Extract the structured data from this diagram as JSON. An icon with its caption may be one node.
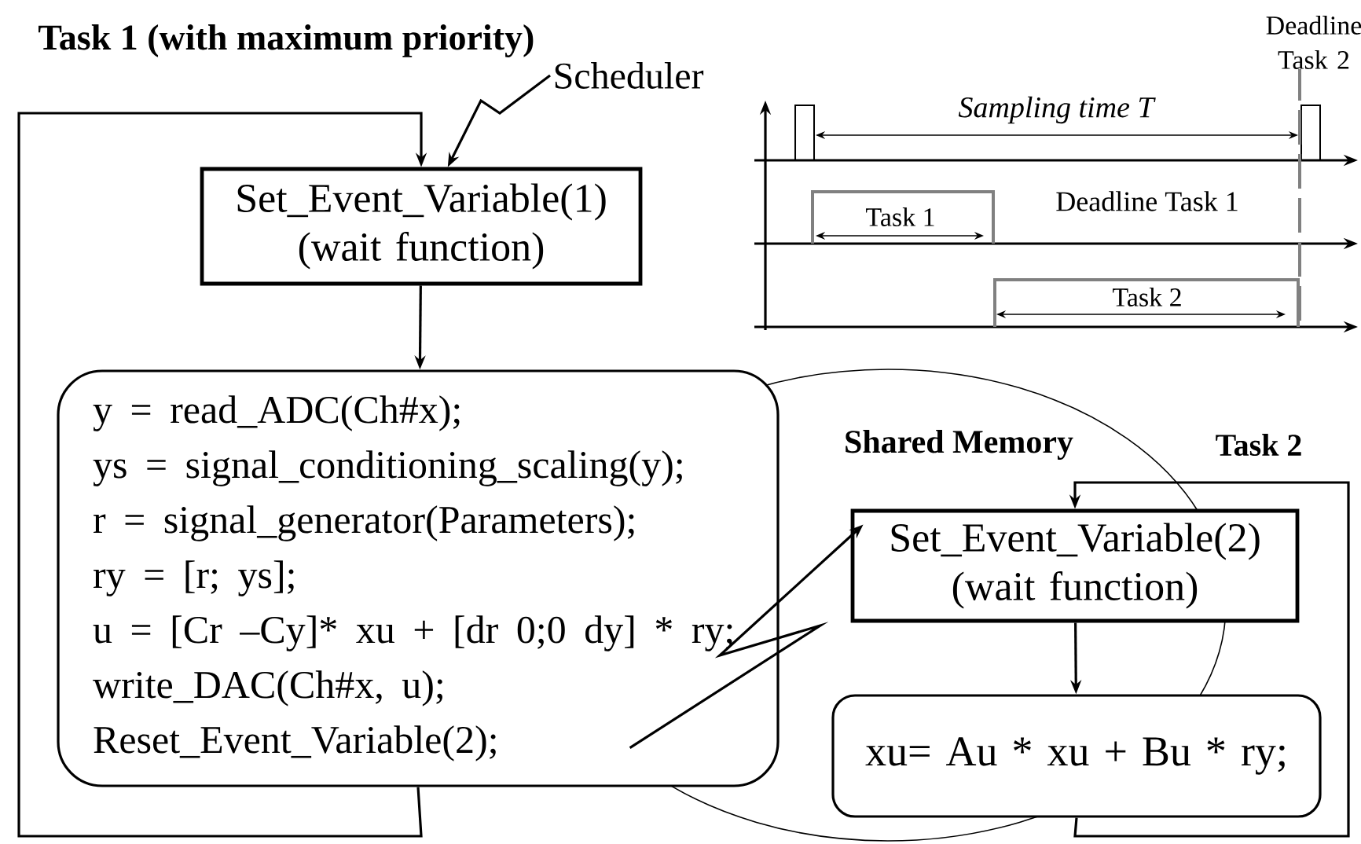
{
  "diagram": {
    "title": "Task 1 (with maximum priority)",
    "nodes": [
      {
        "text": [
          "Scheduler"
        ]
      },
      {
        "text": [
          "Set_Event_Variable(1) (wait function)"
        ]
      },
      {
        "text": [
          "y = read_ADC(Ch#x);",
          "ys = signal_conditioning_scaling(y);",
          "r = signal_generator(Parameters);",
          "ry = [r; ys];",
          "u = [Cr –Cy]* xu + [dr 0;0 dy] * ry;",
          "write_DAC(Ch#x, u);",
          "Reset_Event_Variable(2);"
        ]
      },
      {
        "text": [
          "Shared Memory"
        ]
      },
      {
        "text": [
          "Set_Event_Variable(2) (wait function)"
        ]
      },
      {
        "text": [
          "xu= Au * xu + Bu * ry;"
        ]
      }
    ],
    "edges": [
      {
        "from": 0,
        "to": 1,
        "arrow": "to"
      },
      {
        "from": 1,
        "to": 2,
        "arrow": "to"
      },
      {
        "from": 2,
        "to": 1,
        "arrow": "to"
      },
      {
        "from": 2,
        "to": 4,
        "arrow": "to"
      },
      {
        "from": 4,
        "to": 5,
        "arrow": "to"
      },
      {
        "from": 5,
        "to": 4,
        "arrow": "to"
      }
    ],
    "labels": [
      "Deadline Task 2",
      "Sampling time T",
      "Task 1",
      "Deadline Task 1",
      "Task 2",
      "Task 2"
    ]
  }
}
